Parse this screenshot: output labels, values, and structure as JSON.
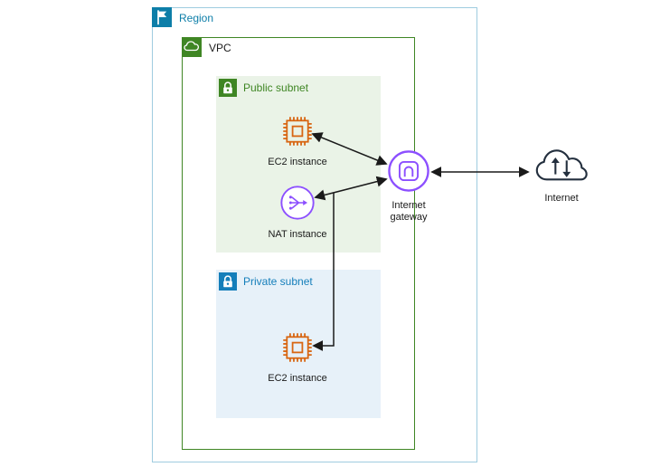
{
  "diagram": {
    "type": "aws-architecture",
    "region": {
      "label": "Region",
      "icon": "flag-icon"
    },
    "vpc": {
      "label": "VPC",
      "icon": "vpc-cloud-icon"
    },
    "subnets": [
      {
        "label": "Public subnet",
        "icon": "lock-icon",
        "accent": "#3F8624",
        "background": "#EAF3E7"
      },
      {
        "label": "Private subnet",
        "icon": "lock-icon",
        "accent": "#147EBA",
        "background": "#E7F1F9"
      }
    ],
    "nodes": {
      "ec2_public": {
        "label": "EC2 instance",
        "icon": "ec2-chip-icon",
        "color": "#D86613"
      },
      "nat_instance": {
        "label": "NAT instance",
        "icon": "nat-instance-icon",
        "color": "#8C4FFF"
      },
      "ec2_private": {
        "label": "EC2 instance",
        "icon": "ec2-chip-icon",
        "color": "#D86613"
      },
      "internet_gateway": {
        "label": "Internet gateway",
        "icon": "internet-gateway-icon",
        "color": "#8C4FFF"
      },
      "internet": {
        "label": "Internet",
        "icon": "cloud-arrows-icon",
        "color": "#232F3E"
      }
    },
    "connections": [
      {
        "from": "ec2_public",
        "to": "internet_gateway",
        "bidirectional": true
      },
      {
        "from": "nat_instance",
        "to": "internet_gateway",
        "bidirectional": true
      },
      {
        "from": "internet_gateway",
        "to": "internet",
        "bidirectional": true
      },
      {
        "from": "nat_instance",
        "to": "ec2_private",
        "bidirectional": false
      }
    ],
    "colors": {
      "region_accent": "#0D7EA8",
      "region_border": "#9FCCE0",
      "vpc_border": "#3F8624",
      "public_green": "#3F8624",
      "private_blue": "#147EBA",
      "ec2_orange": "#D86613",
      "gateway_purple": "#8C4FFF",
      "internet_ink": "#232F3E",
      "arrow": "#1A1A1A"
    }
  }
}
